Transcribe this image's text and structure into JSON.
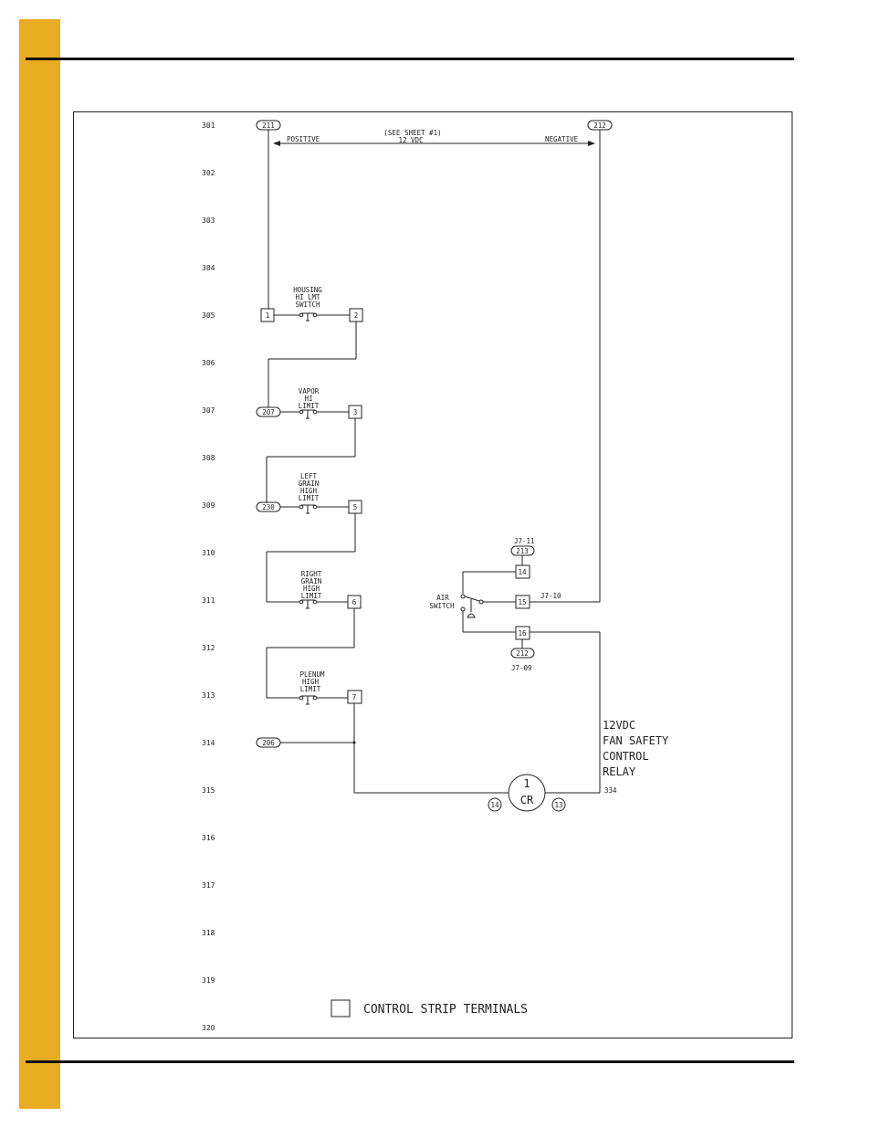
{
  "line_numbers": [
    "301",
    "302",
    "303",
    "304",
    "305",
    "306",
    "307",
    "308",
    "309",
    "310",
    "311",
    "312",
    "313",
    "314",
    "315",
    "316",
    "317",
    "318",
    "319",
    "320"
  ],
  "supply": {
    "tag_left": "211",
    "tag_right": "212",
    "note_line1": "(SEE SHEET #1)",
    "note_line2": "12 VDC",
    "positive": "POSITIVE",
    "negative": "NEGATIVE"
  },
  "switches": [
    {
      "lines": [
        "HOUSING",
        "HI LMT",
        "SWITCH"
      ],
      "left_terminal": "1",
      "right_terminal": "2",
      "left_tag": ""
    },
    {
      "lines": [
        "VAPOR",
        "HI",
        "LIMIT"
      ],
      "left_terminal": "",
      "right_terminal": "3",
      "left_tag": "207"
    },
    {
      "lines": [
        "LEFT",
        "GRAIN",
        "HIGH",
        "LIMIT"
      ],
      "left_terminal": "",
      "right_terminal": "5",
      "left_tag": "230"
    },
    {
      "lines": [
        "RIGHT",
        "GRAIN",
        "HIGH",
        "LIMIT"
      ],
      "left_terminal": "",
      "right_terminal": "6",
      "left_tag": ""
    },
    {
      "lines": [
        "PLENUM",
        "HIGH",
        "LIMIT"
      ],
      "left_terminal": "",
      "right_terminal": "7",
      "left_tag": ""
    }
  ],
  "junction_tag": "206",
  "air_switch": {
    "label_line1": "AIR",
    "label_line2": "SWITCH",
    "top_ref": "J7-11",
    "top_tag": "213",
    "terminal_top": "14",
    "terminal_mid": "15",
    "mid_ref": "J7-10",
    "terminal_bottom": "16",
    "bottom_tag": "212",
    "bottom_ref": "J7-09"
  },
  "relay": {
    "coil_line1": "1",
    "coil_line2": "CR",
    "pin_left": "14",
    "pin_right": "13",
    "desc": [
      "12VDC",
      "FAN SAFETY",
      "CONTROL",
      "RELAY"
    ],
    "ref": "334"
  },
  "legend": {
    "text": "CONTROL STRIP TERMINALS"
  }
}
